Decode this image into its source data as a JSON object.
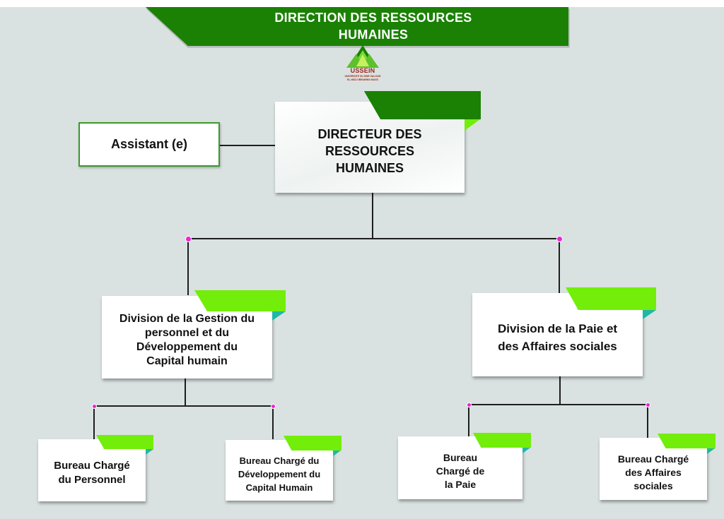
{
  "banner": {
    "title_line1": "DIRECTION DES RESSOURCES",
    "title_line2": "HUMAINES"
  },
  "logo": {
    "name": "USSEIN",
    "subtitle_line1": "UNIVERSITE DU SINE SALOUM",
    "subtitle_line2": "EL-HÂDJ IBRAHIMA NIASS",
    "icon": "mountain-logo-icon"
  },
  "colors": {
    "background": "#d9e2e0",
    "banner_green": "#1a8104",
    "tab_dark_green": "#1a8104",
    "tab_lime": "#72ee0a",
    "fold_teal": "#1fb8a6",
    "fold_lime": "#72ee0a",
    "connector_dot": "#f022d8",
    "logo_red": "#9a2a1c"
  },
  "org": {
    "director": {
      "line1": "DIRECTEUR DES",
      "line2": "RESSOURCES",
      "line3": "HUMAINES"
    },
    "assistant": {
      "label": "Assistant (e)"
    },
    "divisions": [
      {
        "line1": "Division de la Gestion du",
        "line2": "personnel et du",
        "line3": "Développement du",
        "line4": "Capital humain",
        "bureaus": [
          {
            "line1": "Bureau Chargé",
            "line2": "du Personnel"
          },
          {
            "line1": "Bureau Chargé du",
            "line2": "Développement du",
            "line3": "Capital Humain"
          }
        ]
      },
      {
        "line1": "Division de la Paie et",
        "line2": "des Affaires sociales",
        "bureaus": [
          {
            "line1": "Bureau",
            "line2": "Chargé de",
            "line3": "la Paie"
          },
          {
            "line1": "Bureau Chargé",
            "line2": "des Affaires",
            "line3": "sociales"
          }
        ]
      }
    ]
  }
}
